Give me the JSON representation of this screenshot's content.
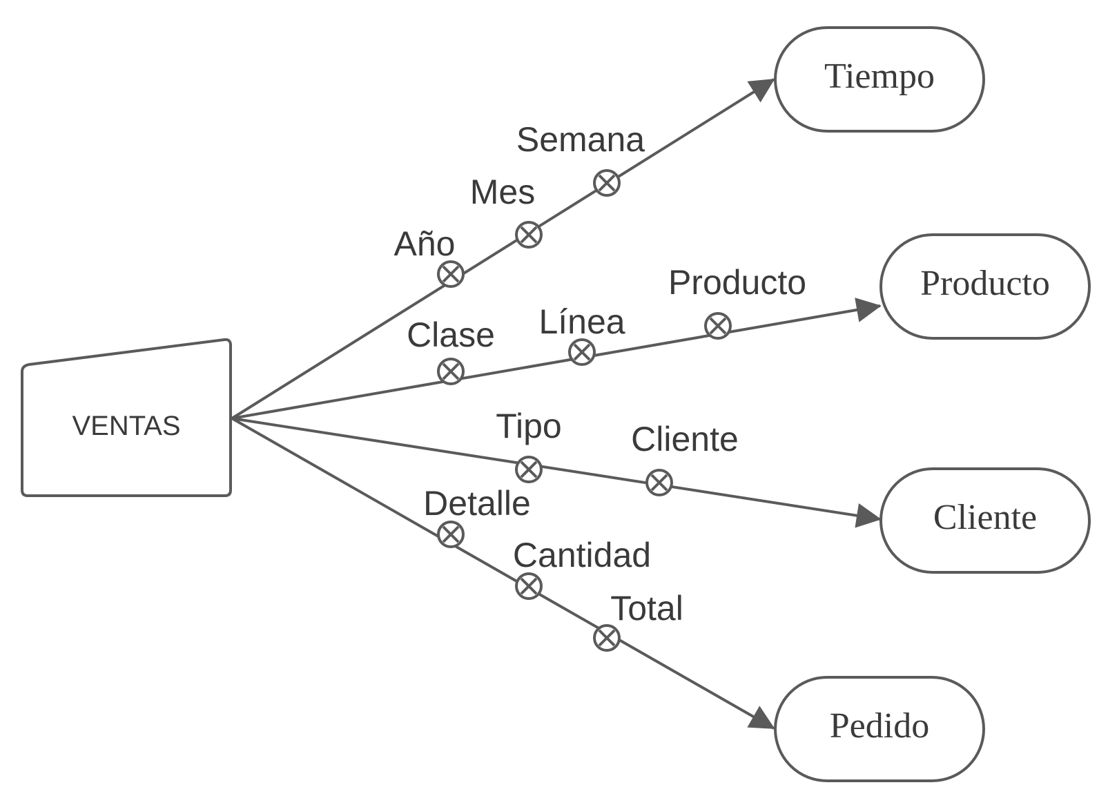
{
  "fact": {
    "label": "VENTAS"
  },
  "dimensions": [
    {
      "id": "tiempo",
      "label": "Tiempo",
      "attributes": [
        "Año",
        "Mes",
        "Semana"
      ]
    },
    {
      "id": "producto",
      "label": "Producto",
      "attributes": [
        "Clase",
        "Línea",
        "Producto"
      ]
    },
    {
      "id": "cliente",
      "label": "Cliente",
      "attributes": [
        "Tipo",
        "Cliente"
      ]
    },
    {
      "id": "pedido",
      "label": "Pedido",
      "attributes": [
        "Detalle",
        "Cantidad",
        "Total"
      ]
    }
  ],
  "colors": {
    "stroke": "#5a5a5a",
    "text": "#3a3a3a",
    "background": "#ffffff"
  }
}
